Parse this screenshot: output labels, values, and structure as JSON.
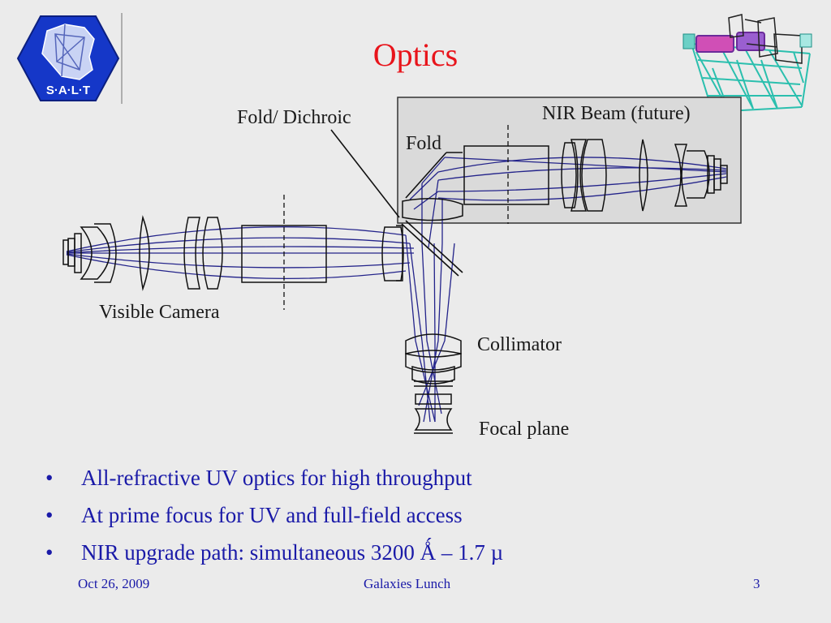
{
  "slide": {
    "title": "Optics",
    "logo_text": "S·A·L·T",
    "bullets": [
      "All-refractive UV optics for high throughput",
      "At prime focus for UV and full-field access",
      "NIR upgrade path: simultaneous 3200 Ǻ – 1.7 µ"
    ],
    "bullet_glyph": "•",
    "footer": {
      "date": "Oct 26, 2009",
      "center": "Galaxies Lunch",
      "page": "3"
    }
  },
  "diagram": {
    "labels": {
      "fold_dichroic": "Fold/ Dichroic",
      "nir_beam": "NIR Beam (future)",
      "fold": "Fold",
      "visible_camera": "Visible Camera",
      "collimator": "Collimator",
      "focal_plane": "Focal plane"
    }
  },
  "colors": {
    "title": "#e8141b",
    "bullets": "#1a1aa8",
    "rays": "#23238a",
    "logo": "#1537c8",
    "nir_box": "#dadada"
  },
  "icons": [
    "salt-logo-icon",
    "telescope-structure-icon"
  ]
}
